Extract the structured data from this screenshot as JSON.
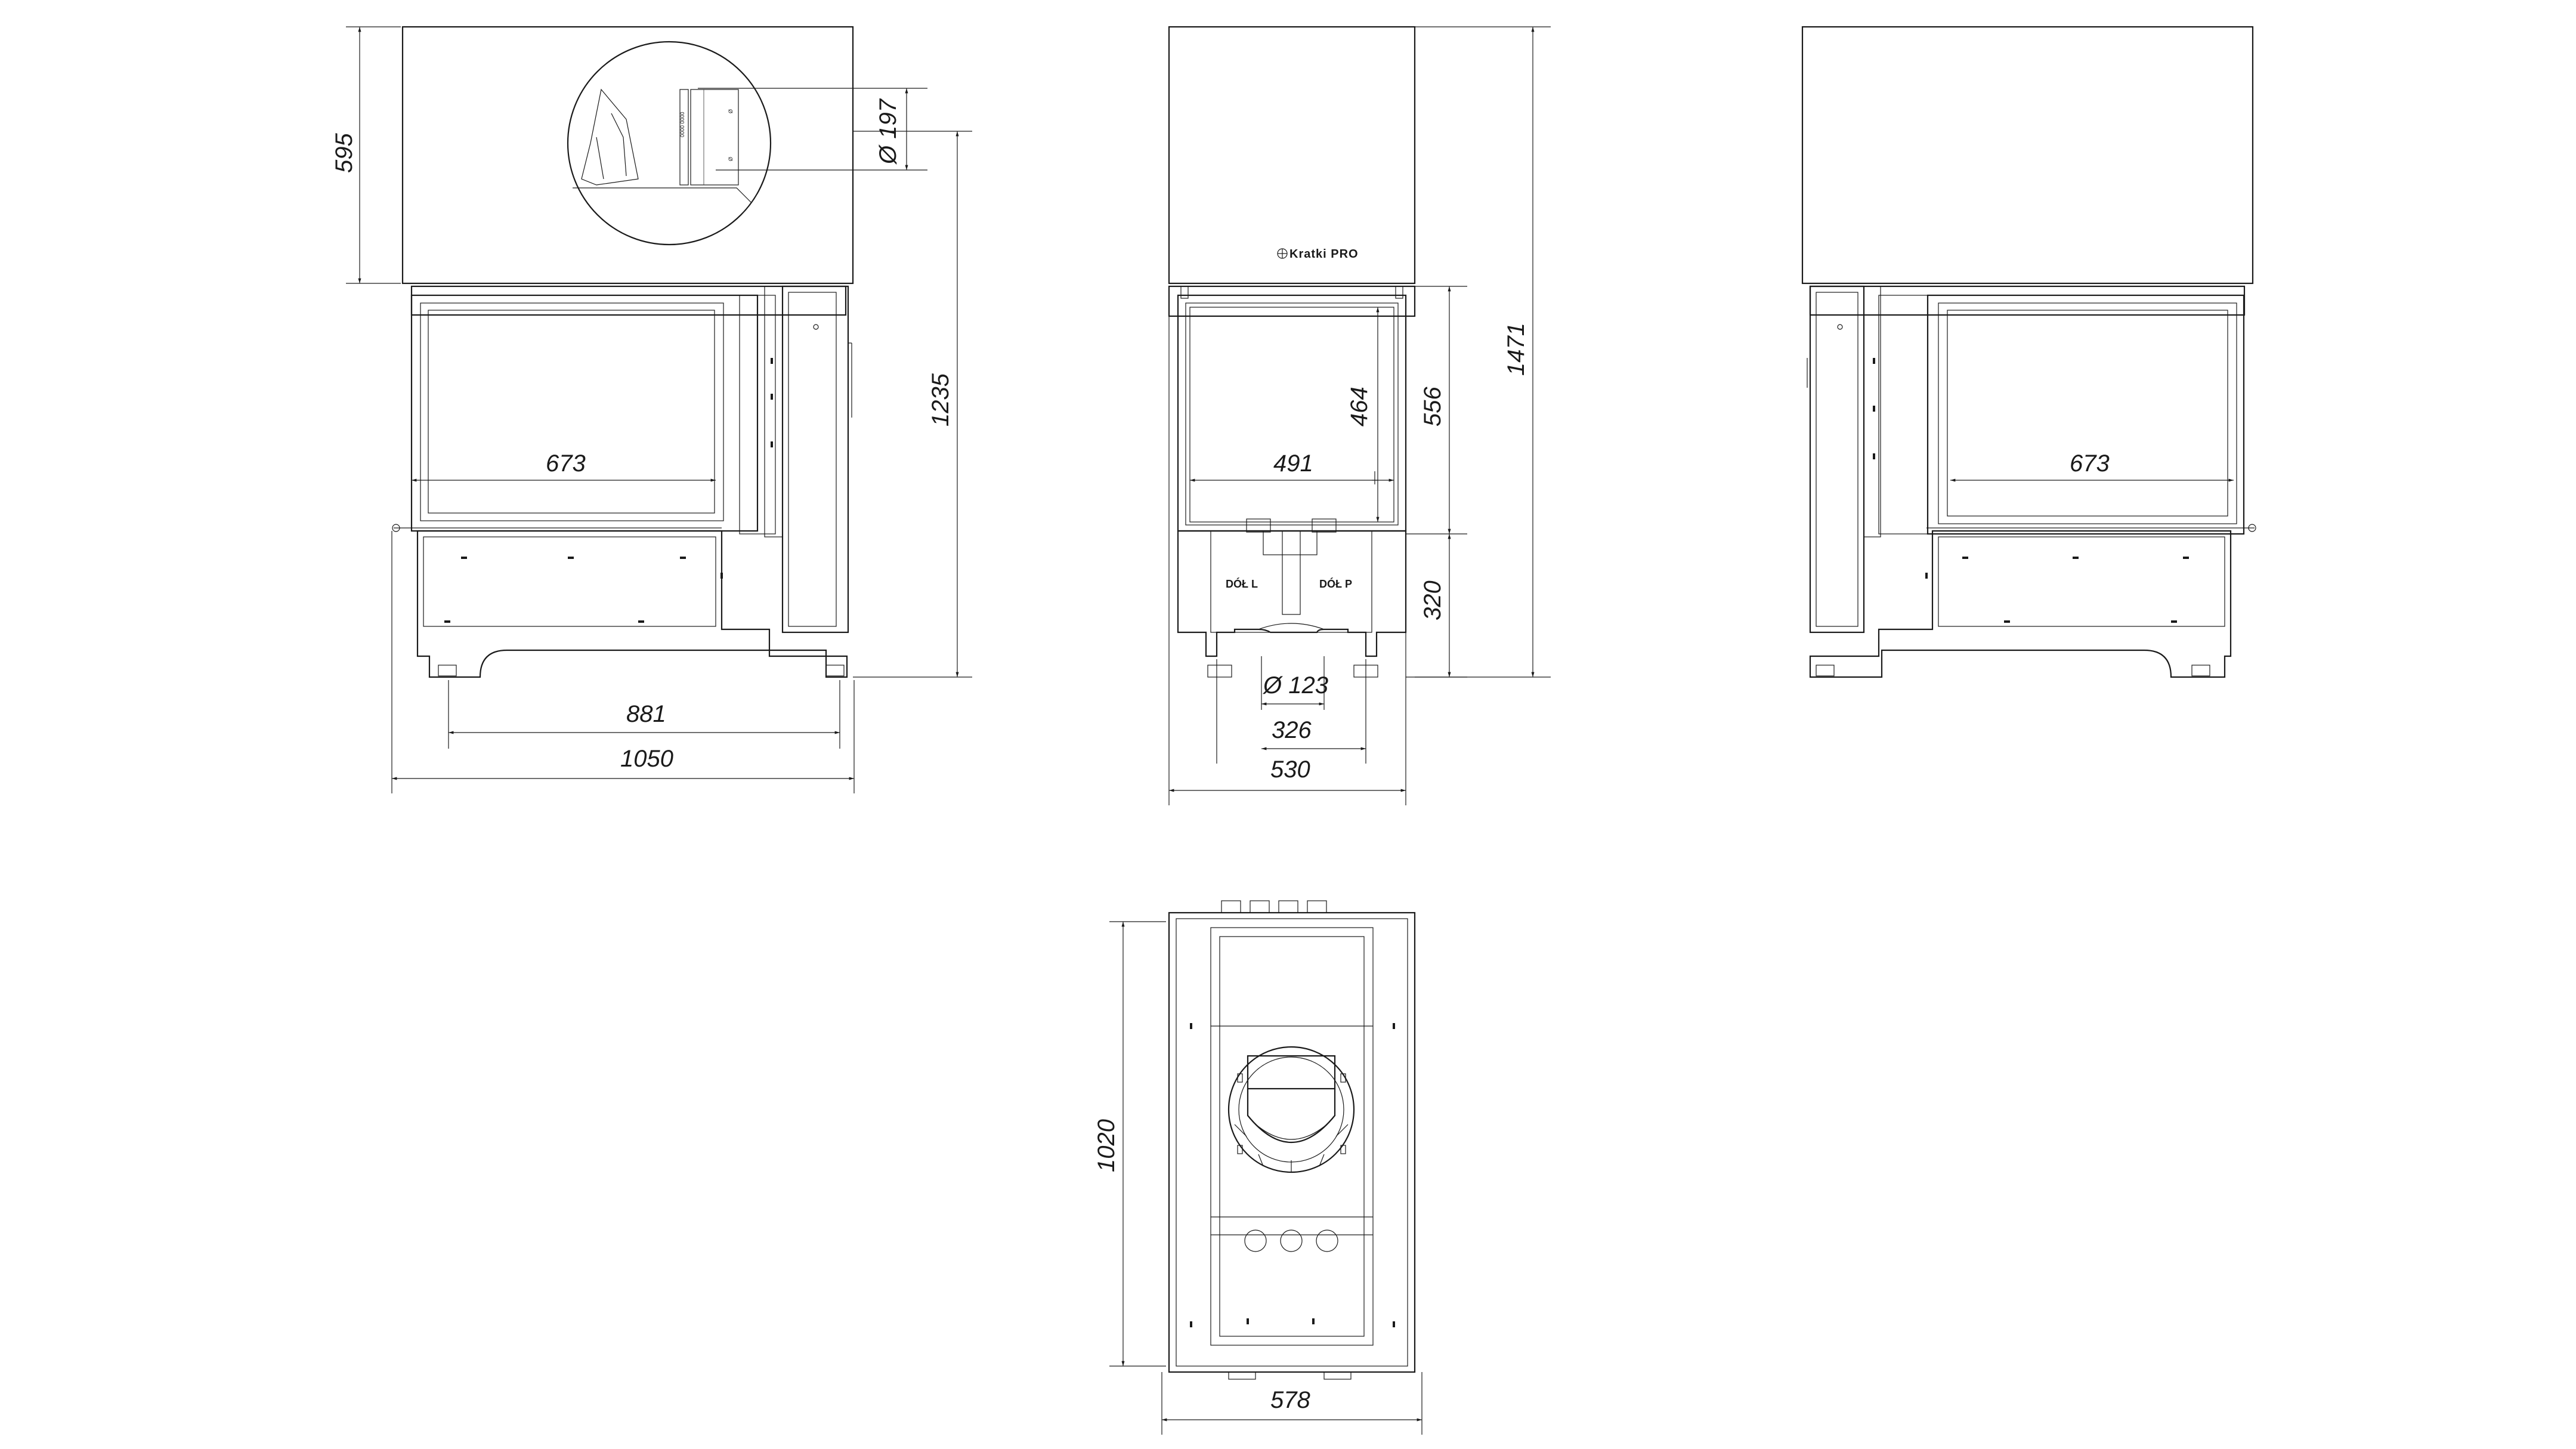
{
  "views": {
    "left": {
      "name": "left-side-view",
      "dims": {
        "top_height": "595",
        "body_height": "1235",
        "glass_width": "673",
        "depth_feet": "881",
        "total_width": "1050",
        "flue": "Ø 197"
      }
    },
    "front": {
      "name": "front-view",
      "brand": "Kratki PRO",
      "dims": {
        "total_height": "1471",
        "door_height": "556",
        "glass_height": "464",
        "glass_width": "491",
        "base_height": "320",
        "inlet": "Ø 123",
        "inlet_spacing": "326",
        "width": "530"
      },
      "labels": {
        "left": "DÓŁ L",
        "right": "DÓŁ P"
      }
    },
    "right": {
      "name": "right-side-view",
      "dims": {
        "glass_width": "673"
      }
    },
    "bottom": {
      "name": "bottom-view",
      "dims": {
        "depth": "1020",
        "width": "578"
      }
    }
  },
  "icons": [
    "dimension-arrow",
    "flue-circle",
    "fan-grille"
  ]
}
